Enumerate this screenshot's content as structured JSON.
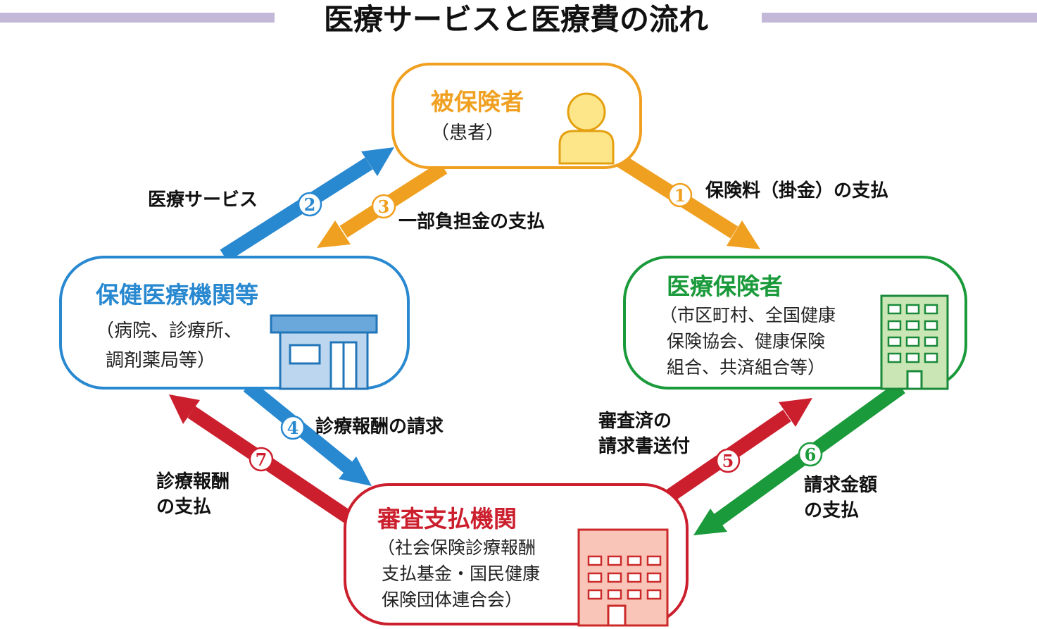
{
  "title": "医療サービスと医療費の流れ",
  "nodes": {
    "insured": {
      "title": "被保険者",
      "lines": [
        "（患者）"
      ],
      "color": "#f0a020"
    },
    "provider": {
      "title": "保健医療機関等",
      "lines": [
        "（病院、診療所、",
        "調剤薬局等）"
      ],
      "color": "#2888d0"
    },
    "insurer": {
      "title": "医療保険者",
      "lines": [
        "（市区町村、全国健康",
        "保険協会、健康保険",
        "組合、共済組合等）"
      ],
      "color": "#1a9a3a"
    },
    "review": {
      "title": "審査支払機関",
      "lines": [
        "（社会保険診療報酬",
        "支払基金・国民健康",
        "保険団体連合会）"
      ],
      "color": "#cc1f2e"
    }
  },
  "flows": [
    {
      "num": "1",
      "label_lines": [
        "保険料（掛金）の支払"
      ],
      "color": "#f0a020"
    },
    {
      "num": "2",
      "label_lines": [
        "医療サービス"
      ],
      "color": "#2888d0"
    },
    {
      "num": "3",
      "label_lines": [
        "一部負担金の支払"
      ],
      "color": "#f0a020"
    },
    {
      "num": "4",
      "label_lines": [
        "診療報酬の請求"
      ],
      "color": "#2888d0"
    },
    {
      "num": "5",
      "label_lines": [
        "審査済の",
        "請求書送付"
      ],
      "color": "#cc1f2e"
    },
    {
      "num": "6",
      "label_lines": [
        "請求金額",
        "の支払"
      ],
      "color": "#1a9a3a"
    },
    {
      "num": "7",
      "label_lines": [
        "診療報酬",
        "の支払"
      ],
      "color": "#cc1f2e"
    }
  ],
  "icons": {
    "insured": "person-icon",
    "provider": "clinic-building-icon",
    "insurer": "office-building-icon",
    "review": "office-tower-icon"
  },
  "colors": {
    "title_bar": "#c4b8d8"
  }
}
